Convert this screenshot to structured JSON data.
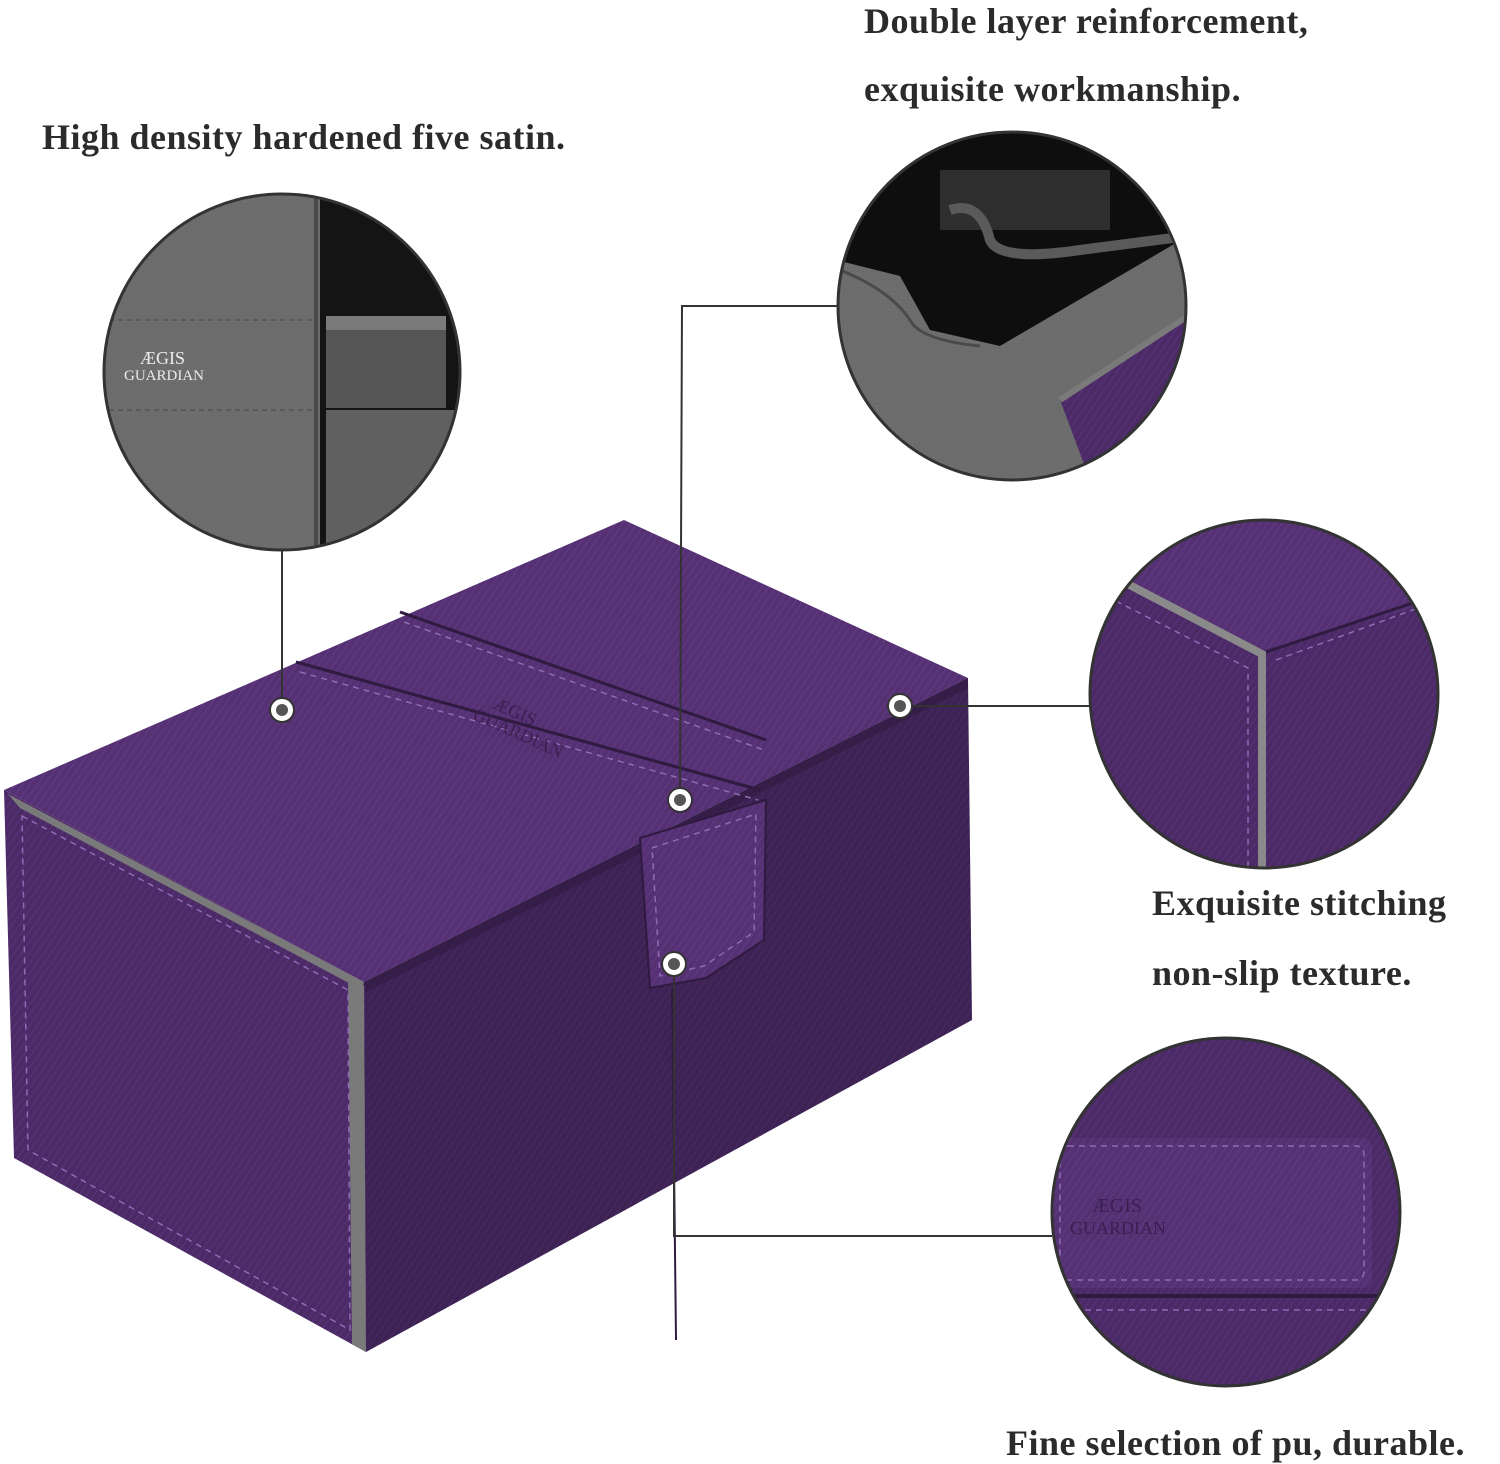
{
  "callouts": {
    "satin": "High density hardened five satin.",
    "double_line1": "Double layer reinforcement,",
    "double_line2": "exquisite workmanship.",
    "stitch_line1": "Exquisite stitching",
    "stitch_line2": "non-slip texture.",
    "pu": "Fine selection of pu, durable."
  },
  "brand": {
    "line1": "ÆGIS",
    "line2": "GUARDIAN"
  },
  "colors": {
    "purple_dark": "#3b2150",
    "purple": "#4d2b68",
    "purple_light": "#5e3a7c",
    "stitch": "#8e6bb5",
    "grey_felt": "#6f6f6f",
    "text": "#2b2b2b"
  }
}
